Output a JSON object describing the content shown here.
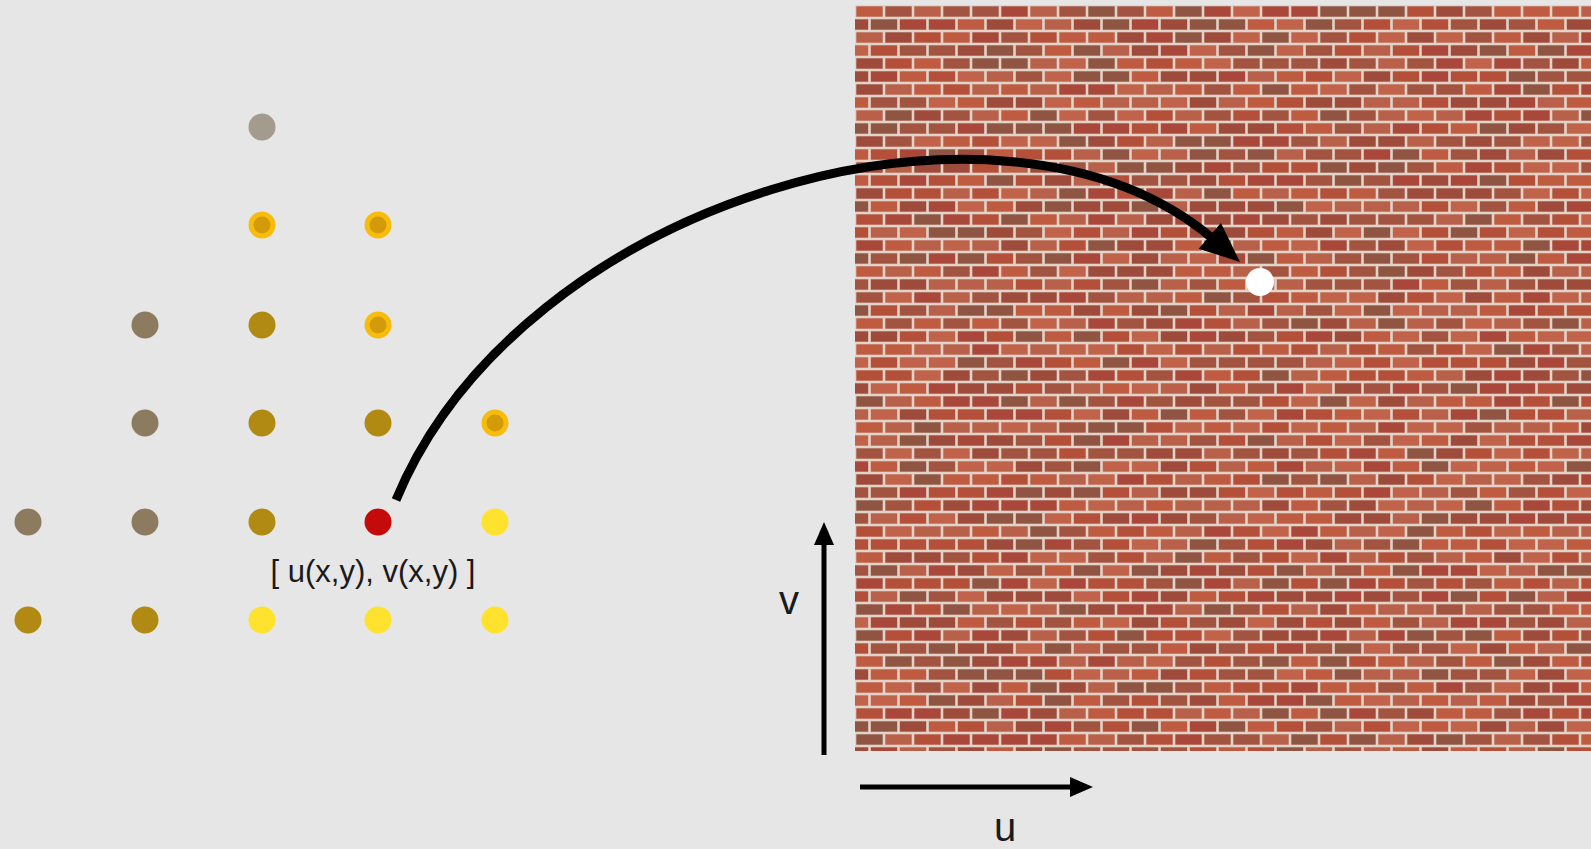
{
  "diagram": {
    "labels": [
      "[ u(x,y), v(x,y) ]",
      "v",
      "u"
    ]
  }
}
